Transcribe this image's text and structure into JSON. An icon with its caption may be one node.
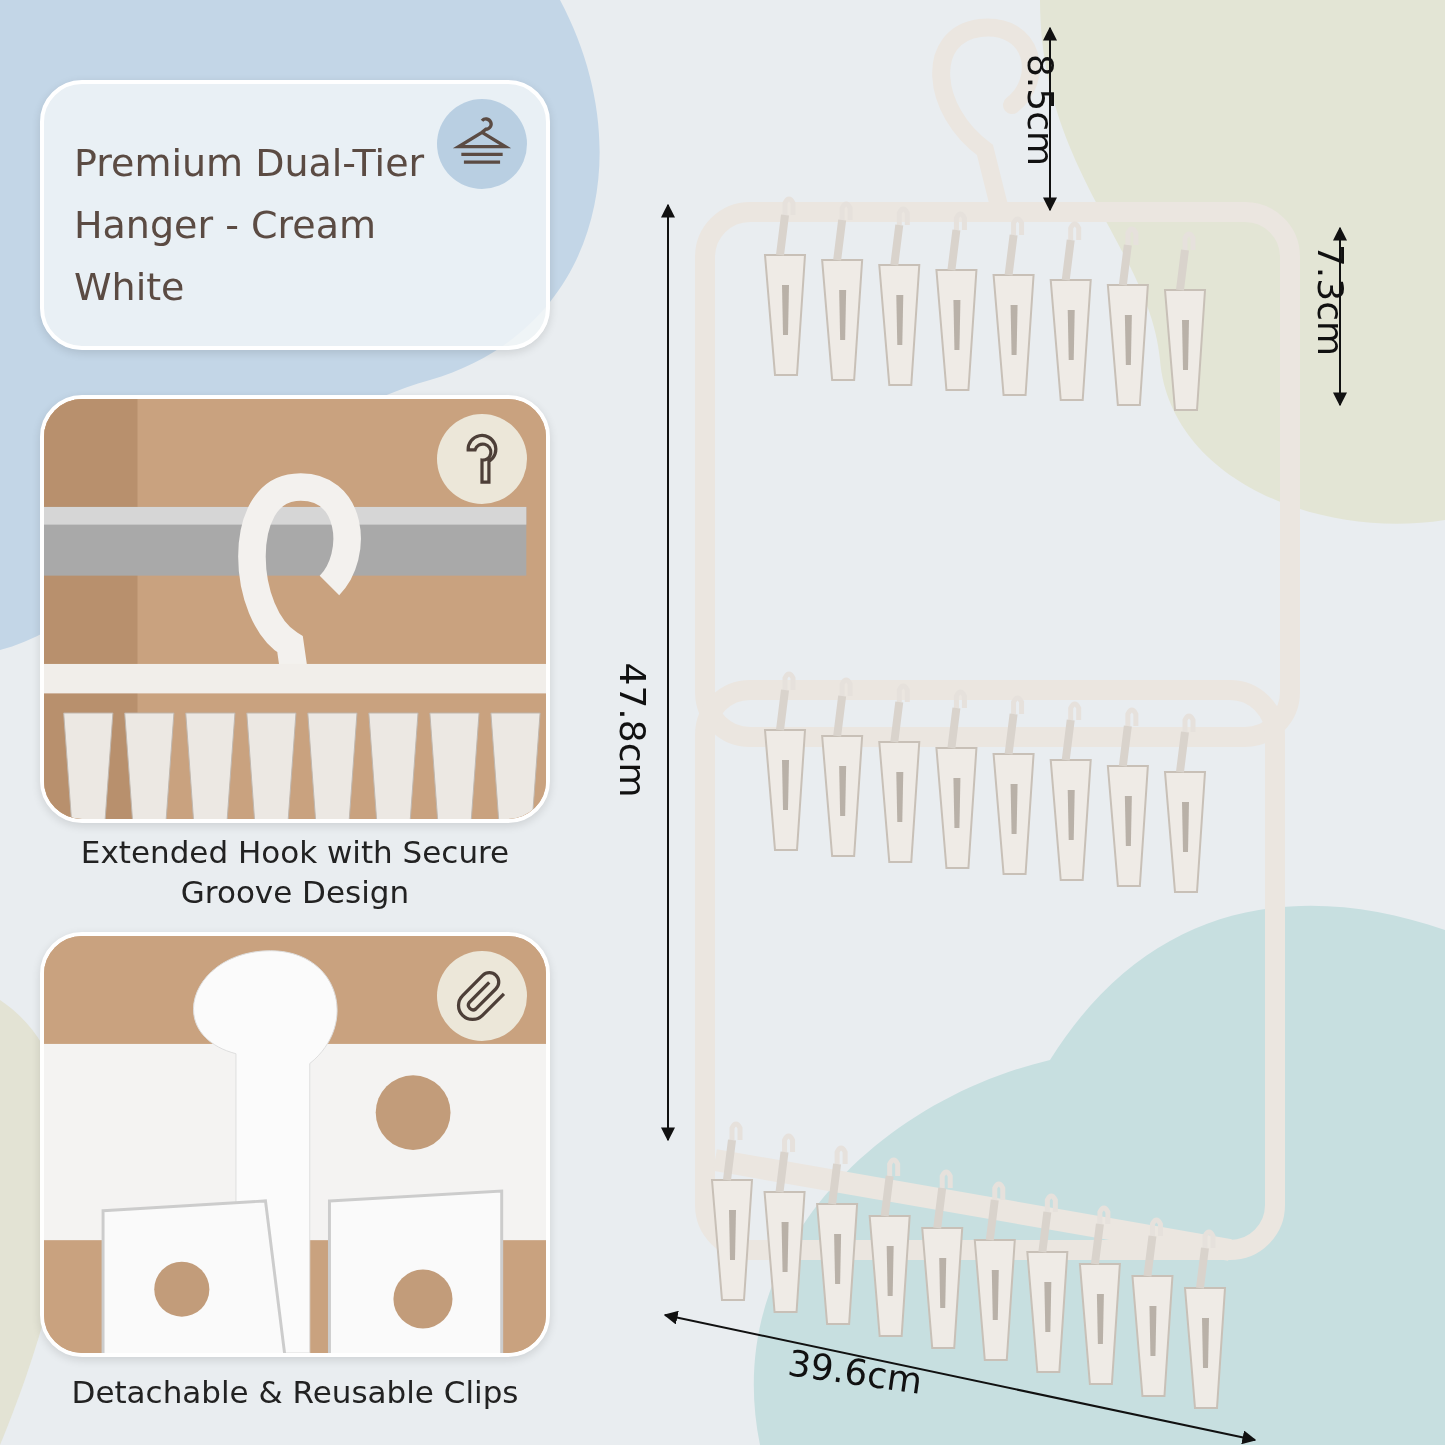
{
  "diagram": {
    "nodes": [
      {
        "text": [
          "Premium Dual-Tier Hanger - Cream White"
        ]
      },
      {
        "text": [],
        "shape": "picture",
        "beside": [
          "Extended Hook with Secure Groove Design"
        ]
      },
      {
        "text": [],
        "shape": "picture",
        "beside": [
          "Detachable & Reusable Clips"
        ]
      }
    ],
    "labels": [
      "8.5cm",
      "7.3cm",
      "47.8cm",
      "39.6cm"
    ]
  }
}
